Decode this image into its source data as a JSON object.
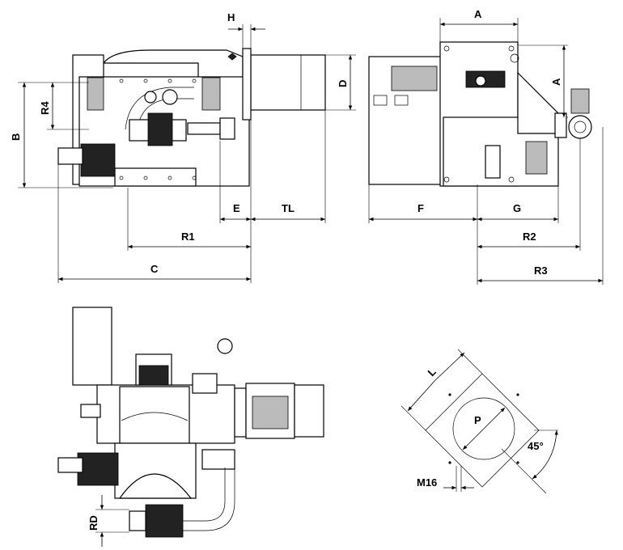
{
  "labels": {
    "H": "H",
    "A_top": "A",
    "A_side": "A",
    "D": "D",
    "R4": "R4",
    "B": "B",
    "E": "E",
    "TL": "TL",
    "F": "F",
    "G": "G",
    "R1": "R1",
    "R2": "R2",
    "C": "C",
    "R3": "R3",
    "RD": "RD",
    "L": "L",
    "P": "P",
    "angle": "45°",
    "M16": "M16"
  }
}
